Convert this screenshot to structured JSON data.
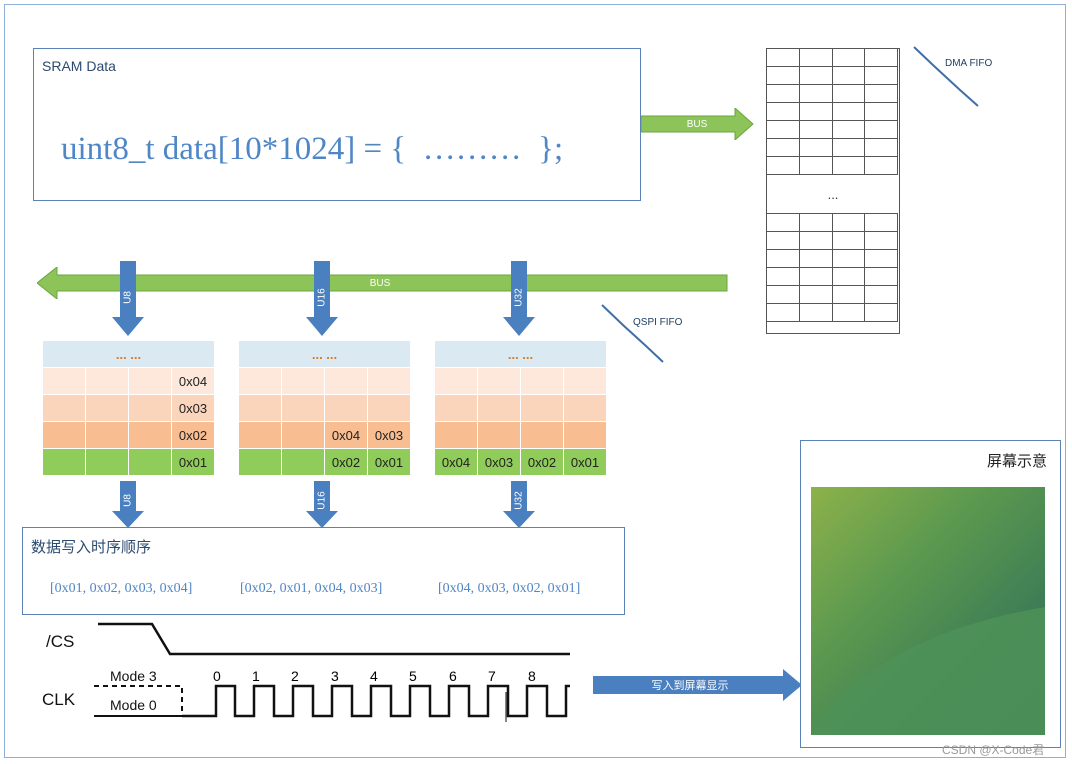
{
  "sram": {
    "title": "SRAM Data",
    "code": "uint8_t data[10*1024] = {  ………  };"
  },
  "bus_top": {
    "label": "BUS"
  },
  "bus_mid": {
    "label": "BUS"
  },
  "dma_fifo": {
    "label": "DMA FIFO",
    "ellipsis": "..."
  },
  "qspi_fifo": {
    "label": "QSPI FIFO"
  },
  "down_arrows": [
    "U8",
    "U16",
    "U32"
  ],
  "tables": [
    {
      "head": "... ...",
      "rows": [
        [
          "",
          "",
          "",
          "0x04"
        ],
        [
          "",
          "",
          "",
          "0x03"
        ],
        [
          "",
          "",
          "",
          "0x02"
        ],
        [
          "",
          "",
          "",
          "0x01"
        ]
      ]
    },
    {
      "head": "... ...",
      "rows": [
        [
          "",
          "",
          "",
          ""
        ],
        [
          "",
          "",
          "",
          ""
        ],
        [
          "",
          "",
          "0x04",
          "0x03"
        ],
        [
          "",
          "",
          "0x02",
          "0x01"
        ]
      ]
    },
    {
      "head": "... ...",
      "rows": [
        [
          "",
          "",
          "",
          ""
        ],
        [
          "",
          "",
          "",
          ""
        ],
        [
          "",
          "",
          "",
          ""
        ],
        [
          "0x04",
          "0x03",
          "0x02",
          "0x01"
        ]
      ]
    }
  ],
  "sequence": {
    "title": "数据写入时序顺序",
    "items": [
      "[0x01, 0x02, 0x03, 0x04]",
      "[0x02, 0x01, 0x04, 0x03]",
      "[0x04, 0x03, 0x02, 0x01]"
    ]
  },
  "timing": {
    "cs": "/CS",
    "clk": "CLK",
    "mode3": "Mode 3",
    "mode0": "Mode 0",
    "ticks": [
      "0",
      "1",
      "2",
      "3",
      "4",
      "5",
      "6",
      "7",
      "8"
    ]
  },
  "write_arrow": {
    "label": "写入到屏幕显示"
  },
  "screen": {
    "title": "屏幕示意"
  },
  "watermark": "CSDN @X-Code君",
  "colors": {
    "arrow_green": "#8dc45a",
    "arrow_blue": "#4a7fc0",
    "box_border": "#5b82b7",
    "code_blue": "#4f86c6"
  }
}
